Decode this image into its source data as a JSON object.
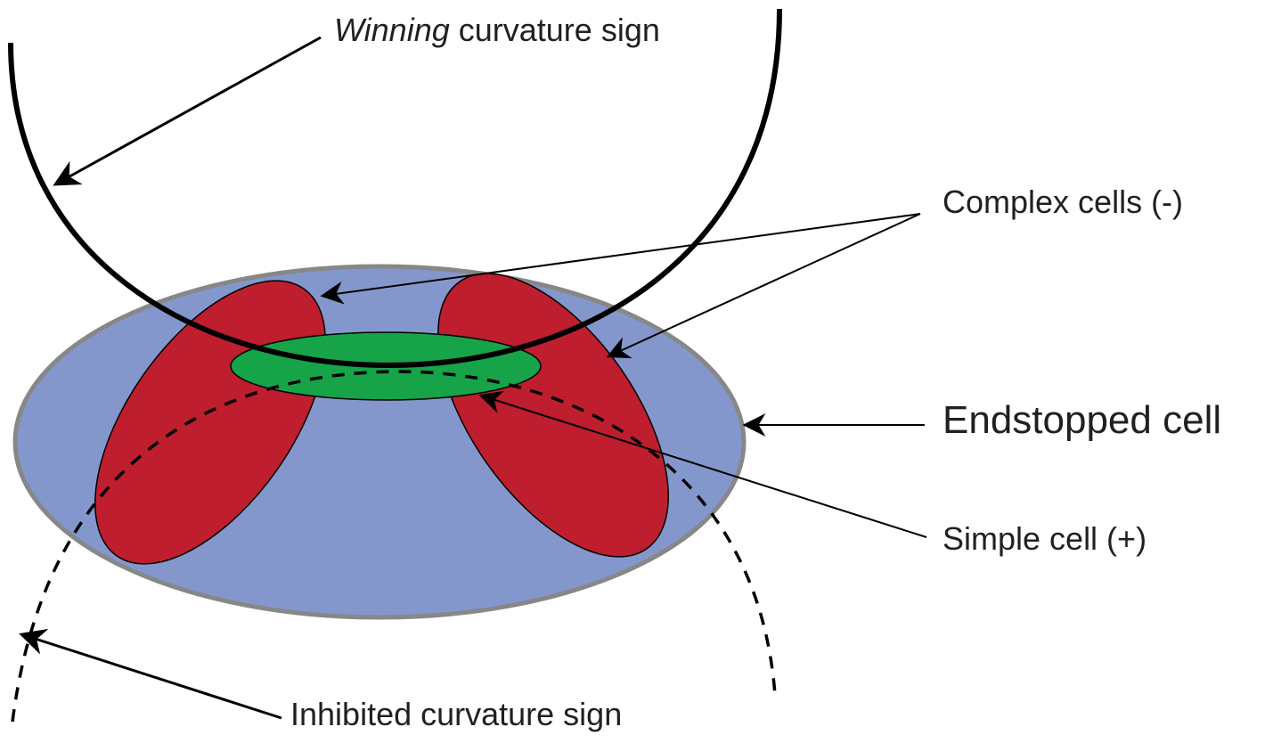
{
  "labels": {
    "winning_italic": "Winning",
    "winning_rest": " curvature sign",
    "complex_cells": "Complex cells (-)",
    "endstopped_cell": "Endstopped cell",
    "simple_cell": "Simple cell (+)",
    "inhibited_curvature": "Inhibited curvature sign"
  },
  "colors": {
    "endstopped_fill": "#8497cd",
    "endstopped_stroke": "#878787",
    "complex_fill": "#be1e2d",
    "simple_fill": "#17a348",
    "line": "#000000",
    "text": "#231f20"
  }
}
